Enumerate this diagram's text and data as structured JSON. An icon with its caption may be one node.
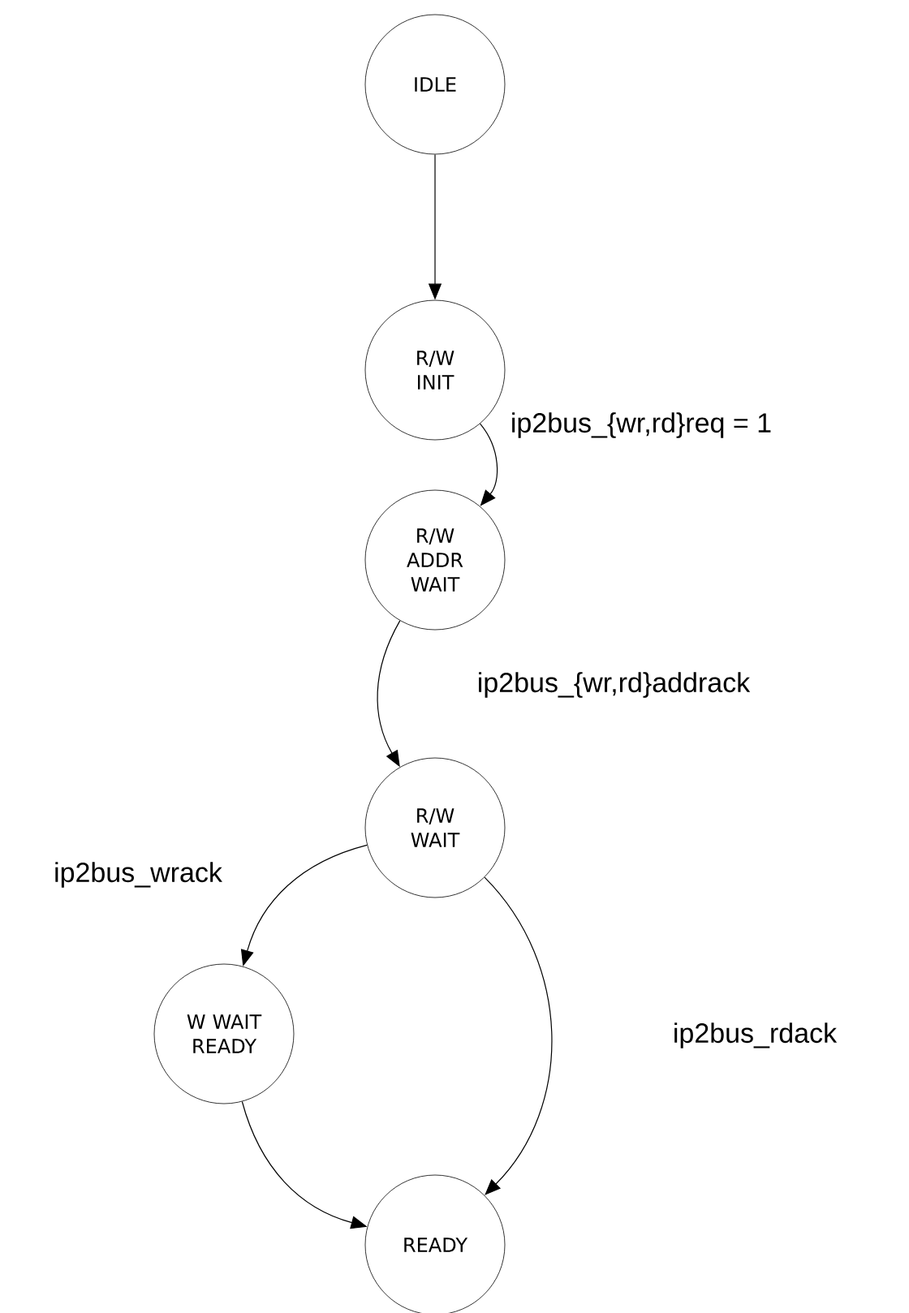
{
  "diagram": {
    "nodes": [
      {
        "text": [
          "IDLE"
        ]
      },
      {
        "text": [
          "R/W INIT"
        ]
      },
      {
        "text": [
          "R/W ADDR WAIT"
        ]
      },
      {
        "text": [
          "R/W WAIT"
        ]
      },
      {
        "text": [
          "W WAIT READY"
        ]
      },
      {
        "text": [
          "READY"
        ]
      }
    ],
    "edges": [
      {
        "from": 0,
        "to": 1,
        "arrow": "to"
      },
      {
        "from": 1,
        "to": 2,
        "arrow": "to",
        "label": "ip2bus_{wr,rd}req = 1"
      },
      {
        "from": 2,
        "to": 3,
        "arrow": "to",
        "label": "ip2bus_{wr,rd}addrack"
      },
      {
        "from": 3,
        "to": 4,
        "arrow": "to",
        "label": "ip2bus_wrack"
      },
      {
        "from": 4,
        "to": 5,
        "arrow": "to"
      },
      {
        "from": 3,
        "to": 5,
        "arrow": "to",
        "label": "ip2bus_rdack"
      }
    ]
  }
}
